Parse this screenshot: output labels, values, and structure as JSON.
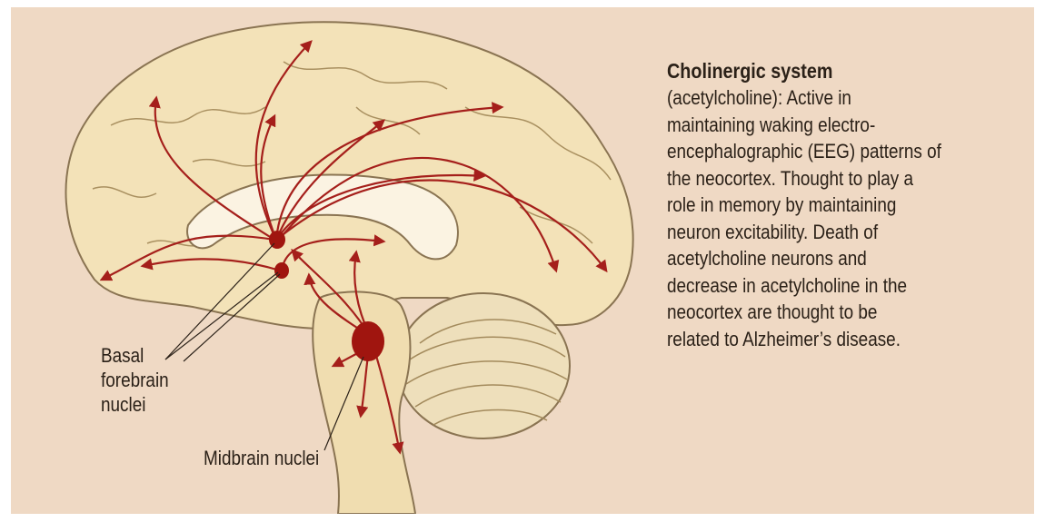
{
  "labels": {
    "basal_forebrain": [
      "Basal",
      "forebrain",
      "nuclei"
    ],
    "midbrain": "Midbrain nuclei"
  },
  "caption": {
    "title": "Cholinergic system",
    "body_lines": [
      "(acetylcholine): Active in",
      "maintaining waking electro-",
      "encephalographic (EEG) patterns of",
      "the neocortex. Thought to play a",
      "role in memory by maintaining",
      "neuron excitability. Death of",
      "acetylcholine neurons and",
      "decrease in acetylcholine in the",
      "neocortex are thought to be",
      "related to Alzheimer’s disease."
    ]
  },
  "colors": {
    "background": "#efd9c4",
    "brain_fill": "#f3e2b8",
    "brain_outline": "#8a7452",
    "pathway": "#a51f1b",
    "nucleus": "#a0150f"
  }
}
